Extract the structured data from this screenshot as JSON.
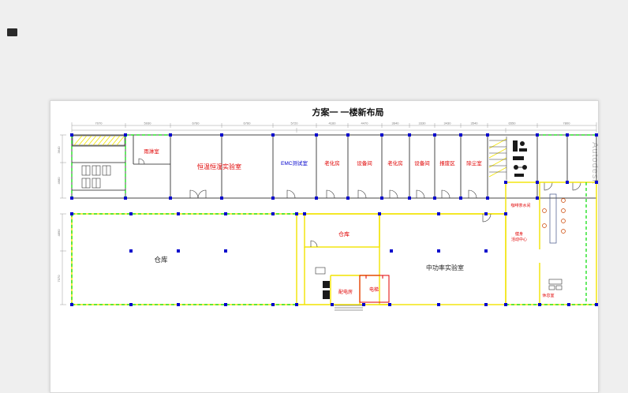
{
  "title": "方案一  一楼新布局",
  "watermark": "Autodesk",
  "colors": {
    "page_bg": "#efefef",
    "canvas_bg": "#ffffff",
    "wall_yellow": "#f2e400",
    "grid_green": "#00dd00",
    "column_blue": "#0000cc",
    "label_red": "#e00000",
    "label_blue": "#0000cc",
    "dim_gray": "#777777"
  },
  "rooms": {
    "rain_room": "雨淋室",
    "climate_lab": "恒温恒湿实验室",
    "emc_lab": "EMC测试室",
    "aging_room_1": "老化房",
    "equipment_room_1": "设备间",
    "aging_room_2": "老化房",
    "equipment_room_2": "设备间",
    "scrap_area": "报废区",
    "dust_room": "除尘室",
    "warehouse_main": "仓库",
    "warehouse_small": "仓库",
    "mid_power_lab": "中功率实验室",
    "power_room": "配电房",
    "elevator": "电梯",
    "coffee_room": "咖啡茶水间",
    "gym_line1": "健身",
    "gym_line2": "活动中心",
    "lounge": "休息室"
  },
  "dimensions": {
    "top": [
      "7070",
      "5930",
      "6760",
      "6760",
      "5720",
      "4160",
      "4470",
      "3640",
      "3330",
      "3430",
      "3540",
      "6550",
      "7800"
    ],
    "left_upper": [
      "3640",
      "4680"
    ],
    "left_lower": [
      "4890",
      "7070"
    ]
  }
}
